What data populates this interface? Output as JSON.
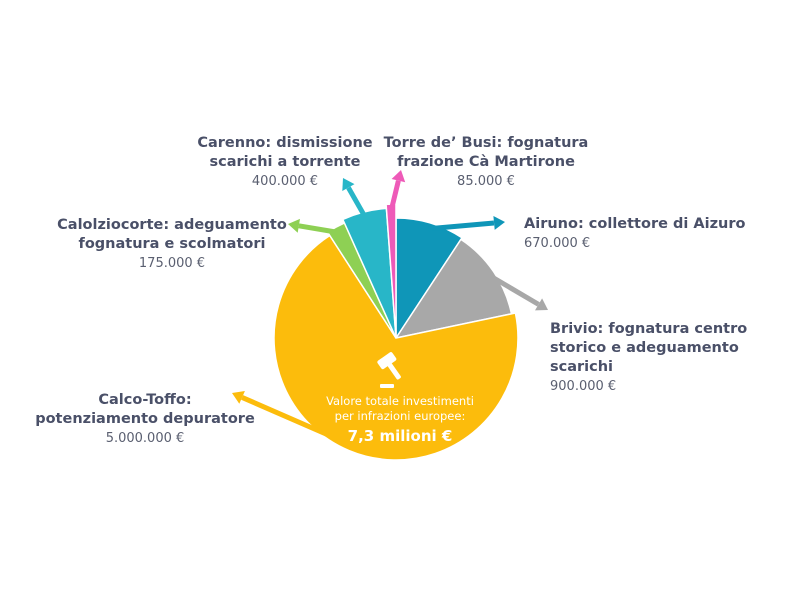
{
  "chart_data": {
    "type": "pie",
    "unit": "€",
    "slices": [
      {
        "label_lines": [
          "Airuno: collettore di Aizuro"
        ],
        "value_text": "670.000 €",
        "value": 670000,
        "color": "#0f96b8"
      },
      {
        "label_lines": [
          "Brivio: fognatura centro",
          "storico e adeguamento",
          "scarichi"
        ],
        "value_text": "900.000 €",
        "value": 900000,
        "color": "#a8a8a8"
      },
      {
        "label_lines": [
          "Calco-Toffo:",
          "potenziamento depuratore"
        ],
        "value_text": "5.000.000 €",
        "value": 5000000,
        "color": "#fcbc0c"
      },
      {
        "label_lines": [
          "Calolziocorte: adeguamento",
          "fognatura e scolmatori"
        ],
        "value_text": "175.000 €",
        "value": 175000,
        "color": "#8ed054"
      },
      {
        "label_lines": [
          "Carenno: dismissione",
          "scarichi a torrente"
        ],
        "value_text": "400.000 €",
        "value": 400000,
        "color": "#28b6c8"
      },
      {
        "label_lines": [
          "Torre de’ Busi: fognatura",
          "frazione Cà Martirone"
        ],
        "value_text": "85.000 €",
        "value": 85000,
        "color": "#ee5ab8"
      }
    ],
    "center": {
      "lines": [
        "Valore totale investimenti",
        "per infrazioni europee:"
      ],
      "total_text": "7,3 milioni €",
      "icon": "gavel-icon"
    }
  }
}
